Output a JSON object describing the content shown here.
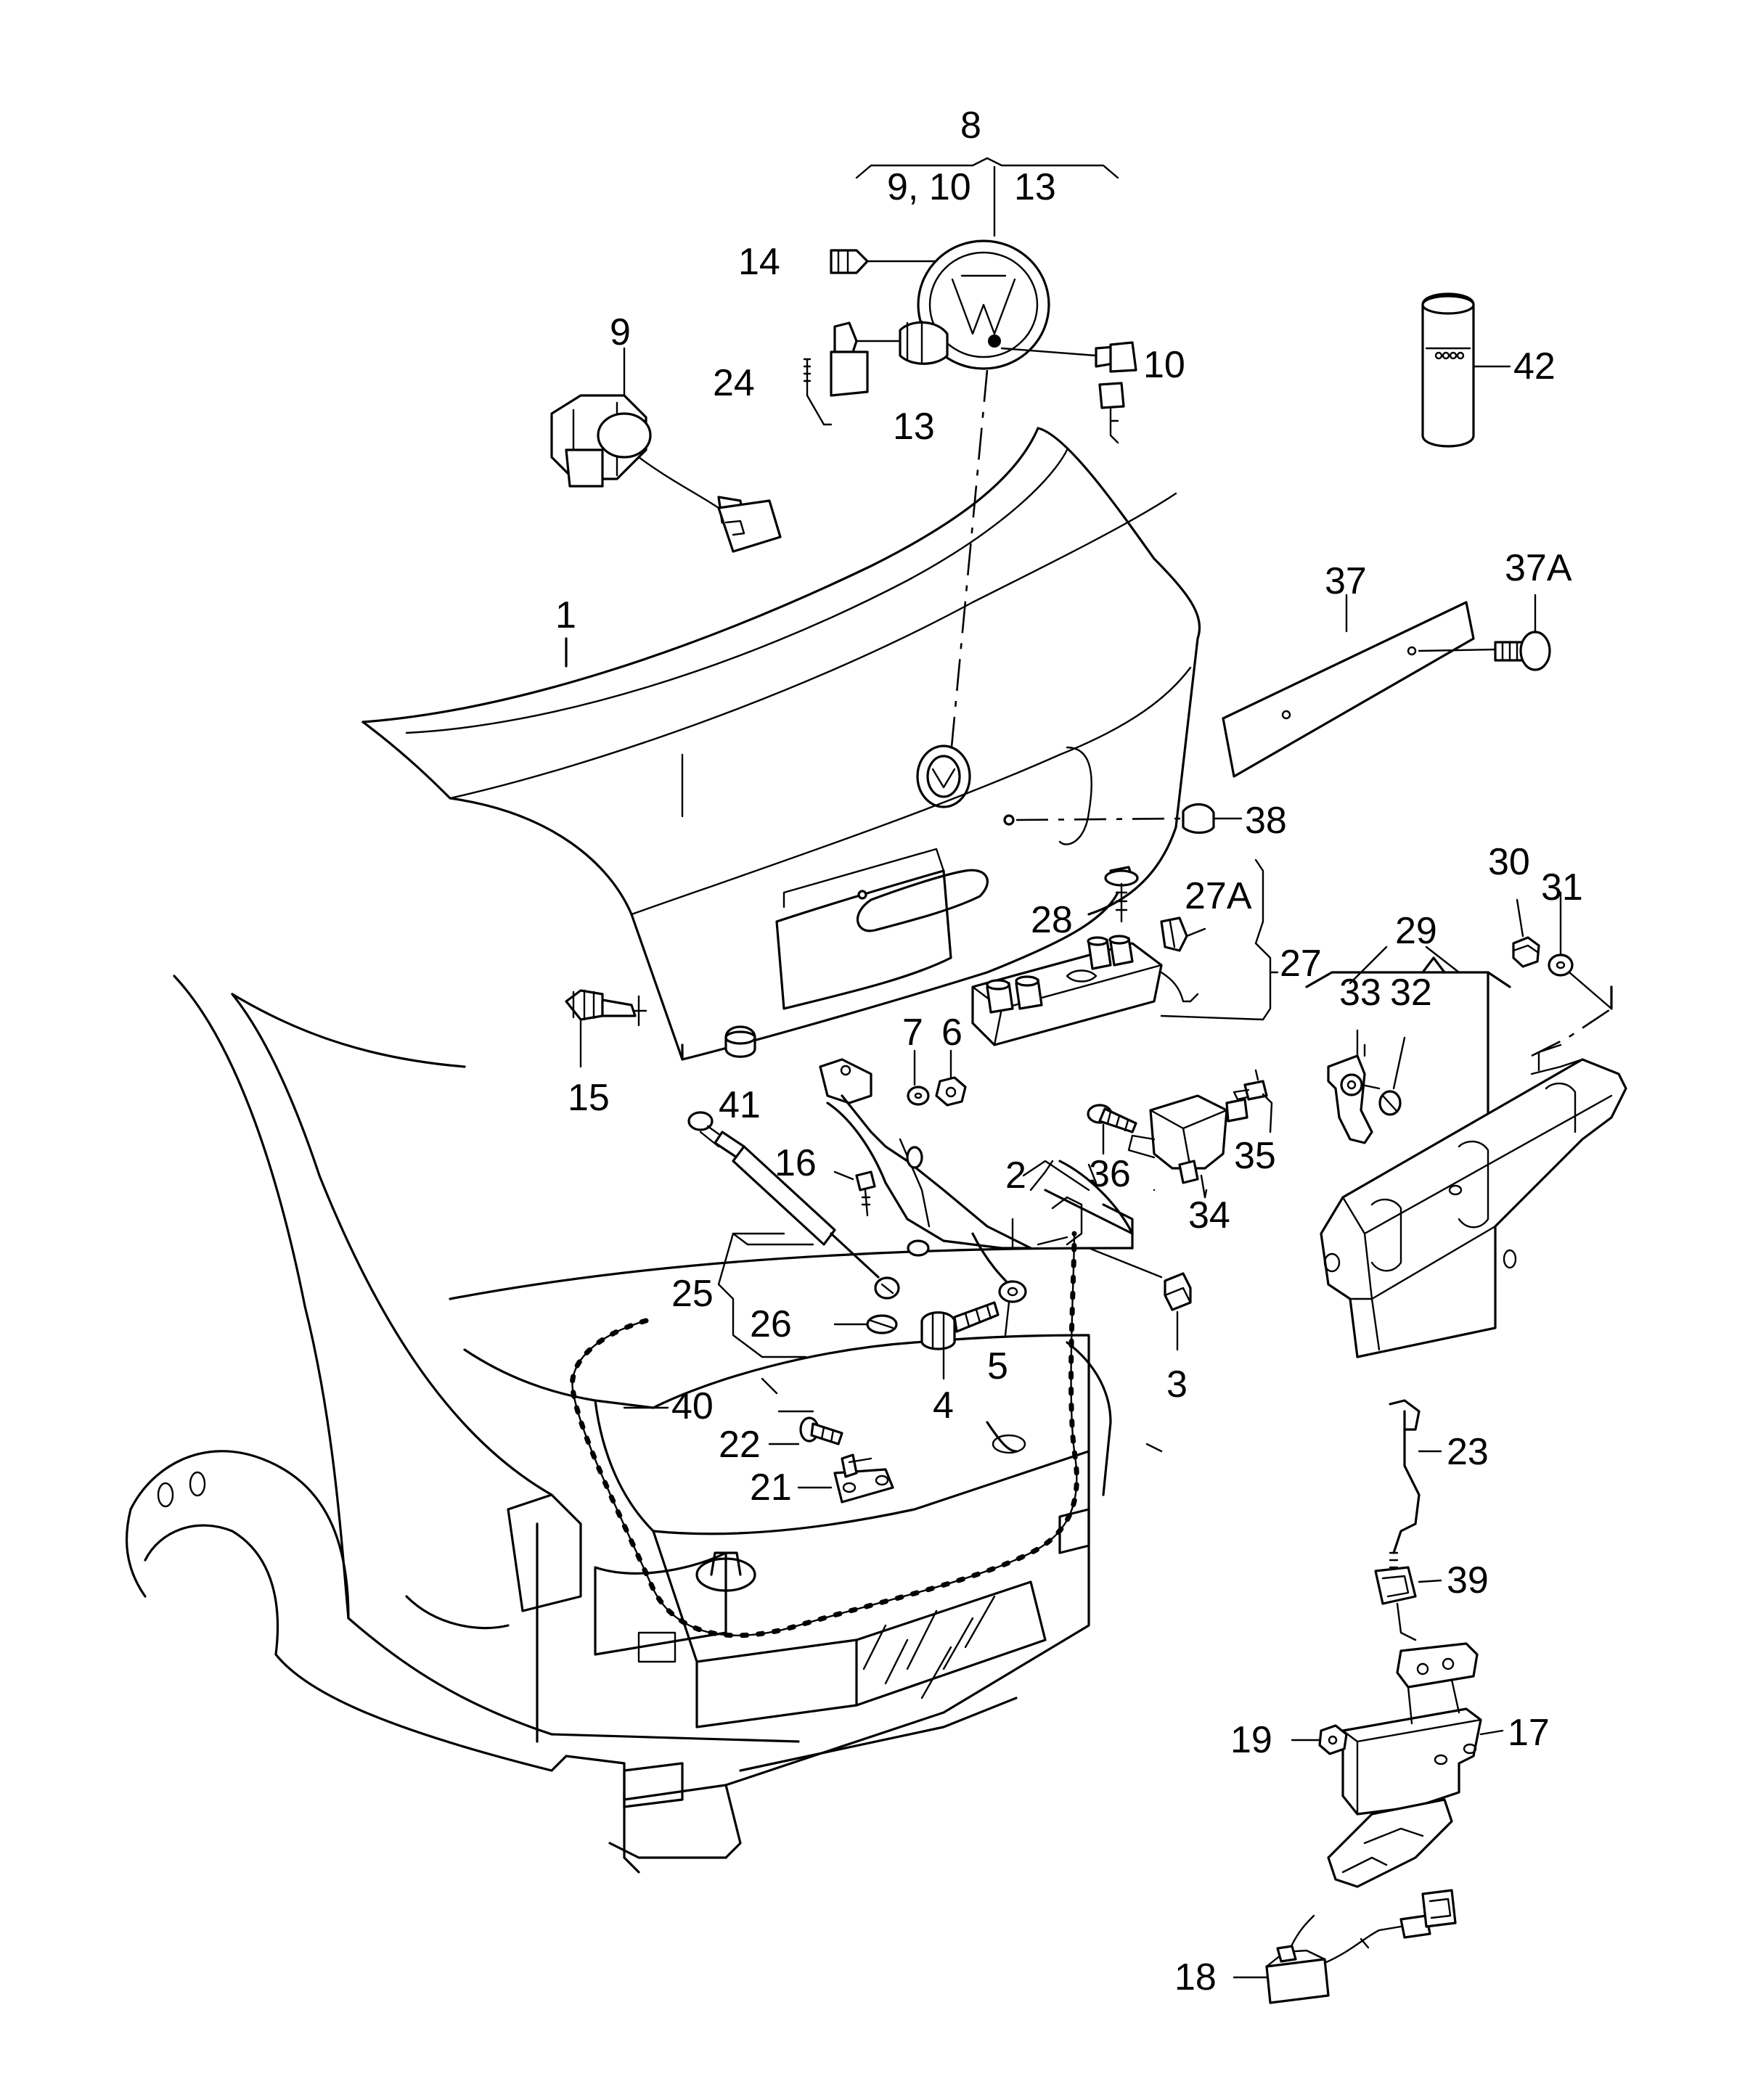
{
  "diagram": {
    "callouts": [
      {
        "id": "c1",
        "text": "1"
      },
      {
        "id": "c2",
        "text": "2"
      },
      {
        "id": "c3",
        "text": "3"
      },
      {
        "id": "c4",
        "text": "4"
      },
      {
        "id": "c5",
        "text": "5"
      },
      {
        "id": "c6",
        "text": "6"
      },
      {
        "id": "c7",
        "text": "7"
      },
      {
        "id": "c8",
        "text": "8"
      },
      {
        "id": "c8a",
        "text": "9, 10"
      },
      {
        "id": "c8b",
        "text": "13"
      },
      {
        "id": "c9",
        "text": "9"
      },
      {
        "id": "c10",
        "text": "10"
      },
      {
        "id": "c13",
        "text": "13"
      },
      {
        "id": "c14",
        "text": "14"
      },
      {
        "id": "c15",
        "text": "15"
      },
      {
        "id": "c16",
        "text": "16"
      },
      {
        "id": "c17",
        "text": "17"
      },
      {
        "id": "c18",
        "text": "18"
      },
      {
        "id": "c19",
        "text": "19"
      },
      {
        "id": "c21",
        "text": "21"
      },
      {
        "id": "c22",
        "text": "22"
      },
      {
        "id": "c23",
        "text": "23"
      },
      {
        "id": "c24",
        "text": "24"
      },
      {
        "id": "c25",
        "text": "25"
      },
      {
        "id": "c26",
        "text": "26"
      },
      {
        "id": "c27",
        "text": "27"
      },
      {
        "id": "c27a",
        "text": "27A"
      },
      {
        "id": "c28",
        "text": "28"
      },
      {
        "id": "c29",
        "text": "29"
      },
      {
        "id": "c30",
        "text": "30"
      },
      {
        "id": "c31",
        "text": "31"
      },
      {
        "id": "c32",
        "text": "32"
      },
      {
        "id": "c33",
        "text": "33"
      },
      {
        "id": "c34",
        "text": "34"
      },
      {
        "id": "c35",
        "text": "35"
      },
      {
        "id": "c36",
        "text": "36"
      },
      {
        "id": "c37",
        "text": "37"
      },
      {
        "id": "c37a",
        "text": "37A"
      },
      {
        "id": "c38",
        "text": "38"
      },
      {
        "id": "c39",
        "text": "39"
      },
      {
        "id": "c40",
        "text": "40"
      },
      {
        "id": "c41",
        "text": "41"
      },
      {
        "id": "c42",
        "text": "42"
      }
    ]
  }
}
